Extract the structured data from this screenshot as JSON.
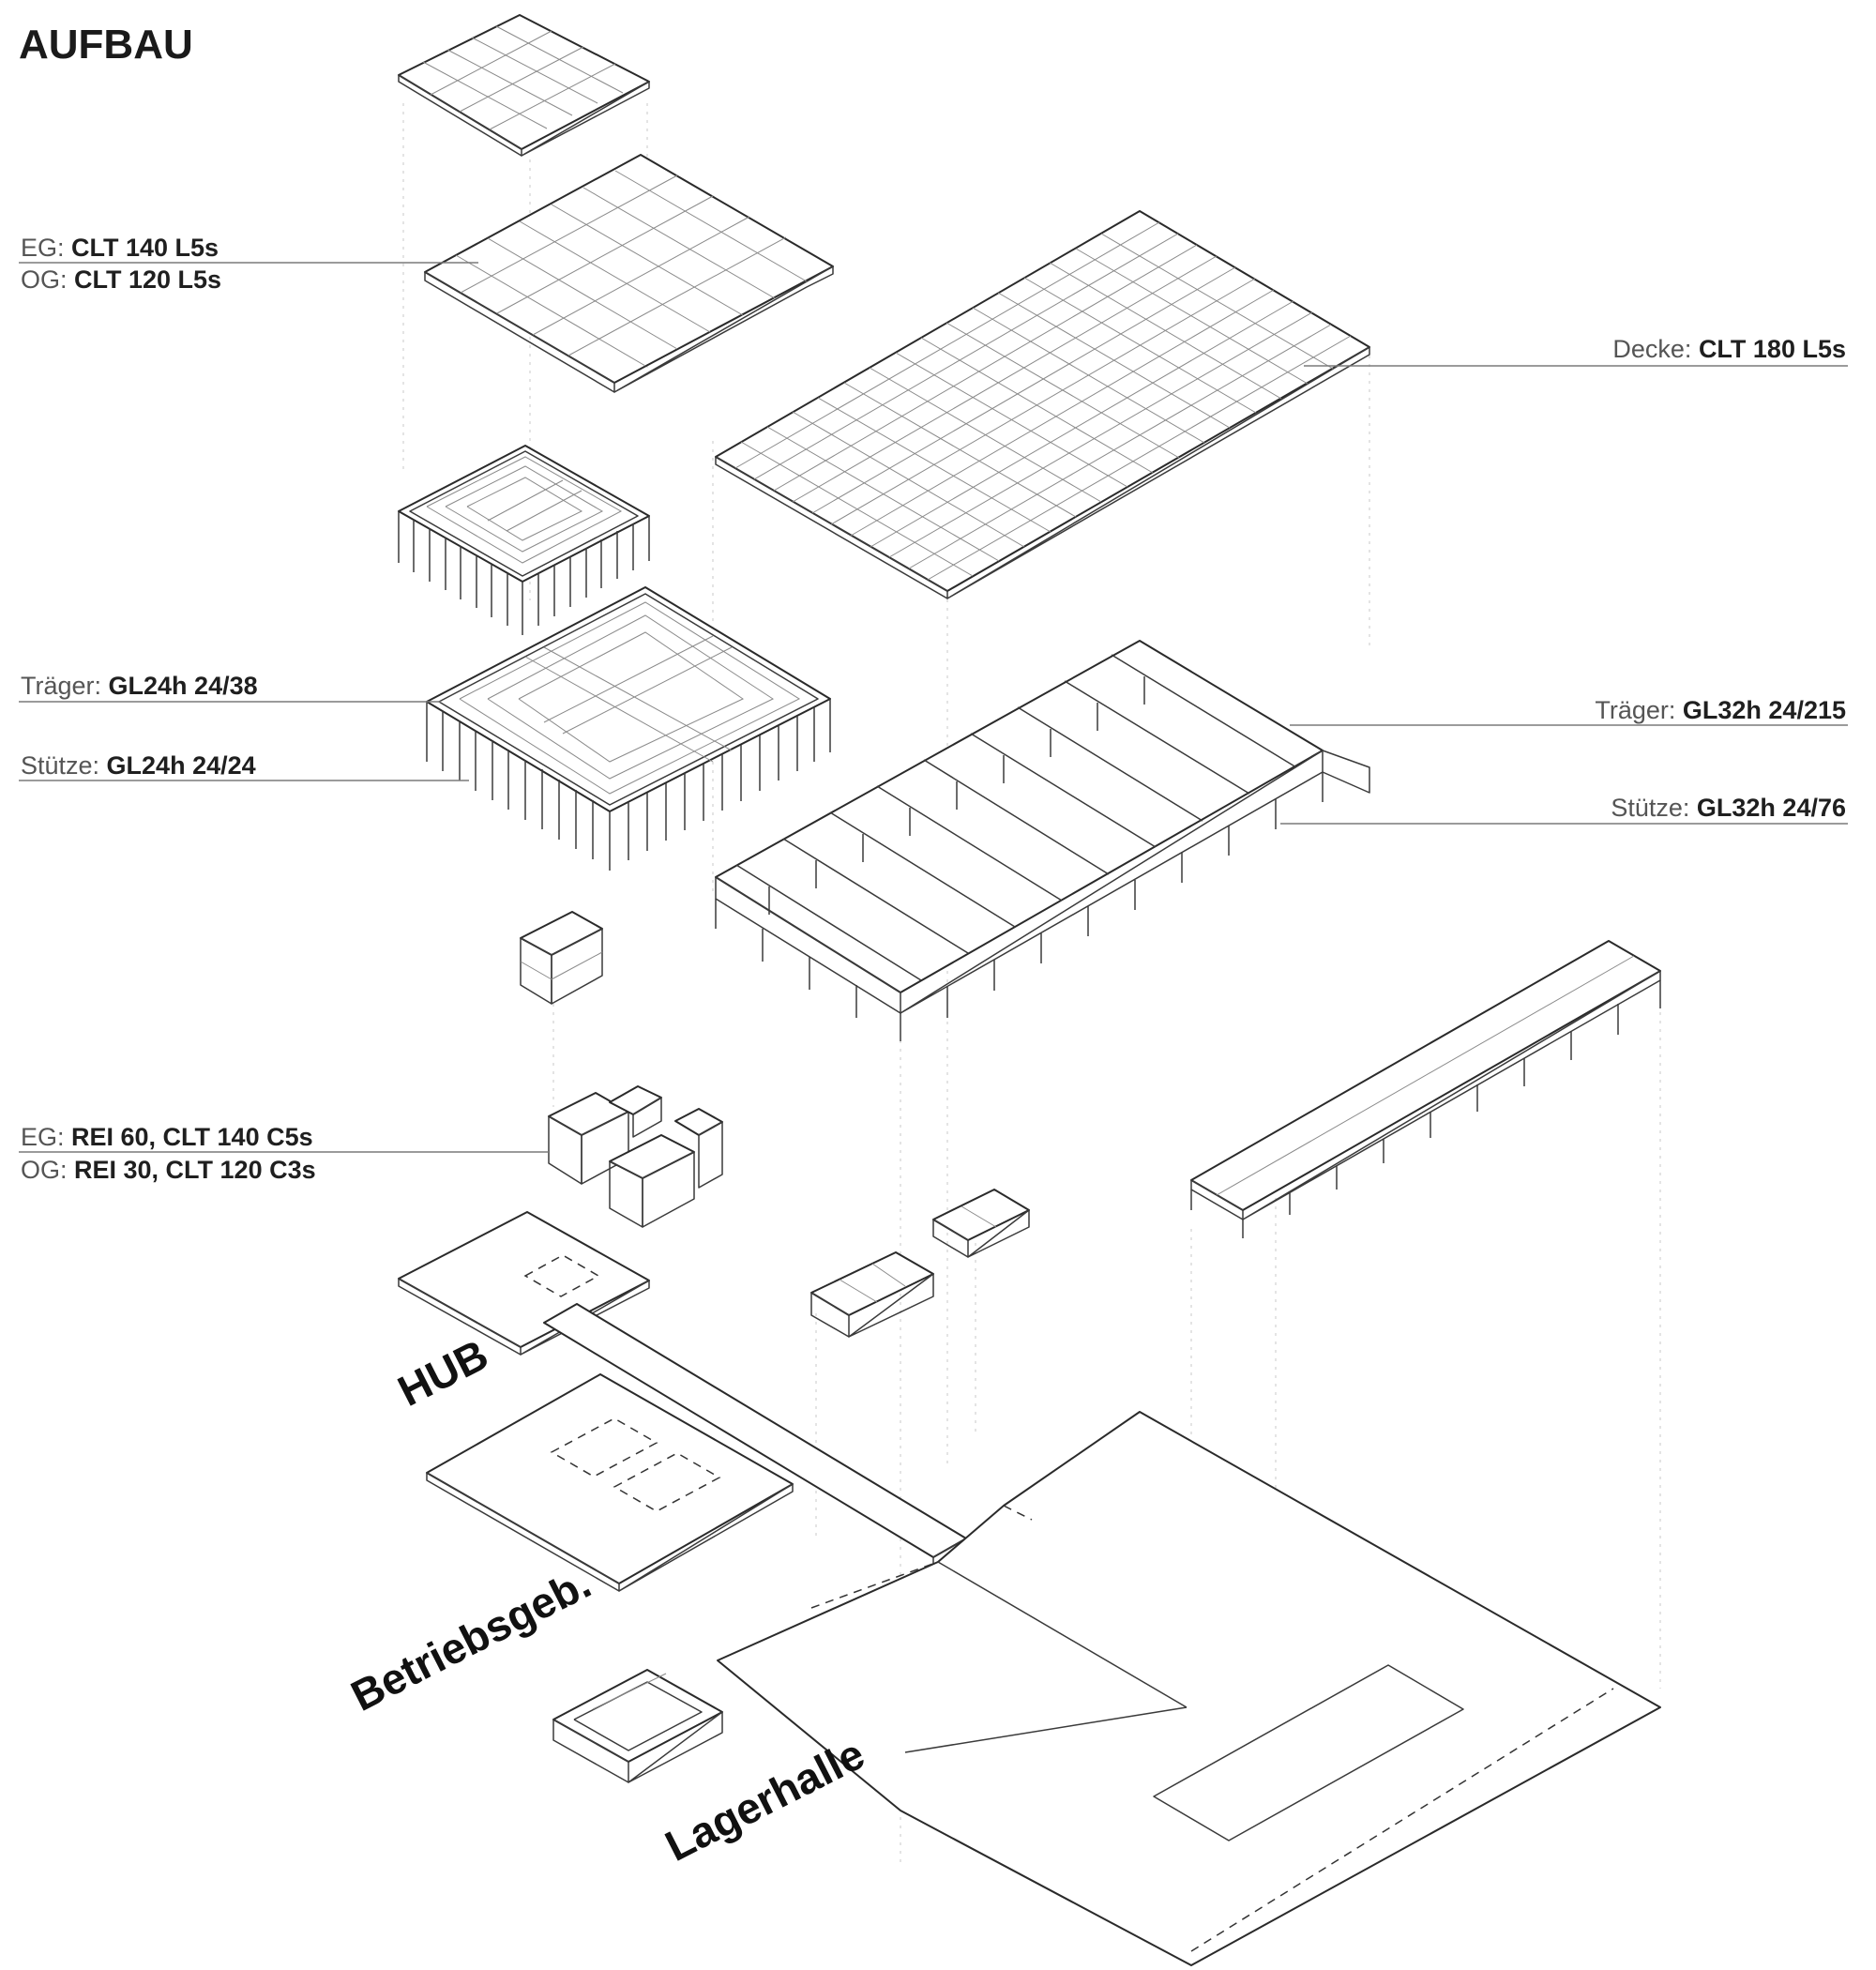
{
  "title": "AUFBAU",
  "annotations": {
    "hub_floor": [
      {
        "prefix": "EG: ",
        "value": "CLT 140 L5s"
      },
      {
        "prefix": "OG: ",
        "value": "CLT 120 L5s"
      }
    ],
    "hall_ceiling": {
      "prefix": "Decke: ",
      "value": "CLT 180 L5s"
    },
    "hub_beam": {
      "prefix": "Träger: ",
      "value": "GL24h 24/38"
    },
    "hub_column": {
      "prefix": "Stütze: ",
      "value": "GL24h 24/24"
    },
    "hall_beam": {
      "prefix": "Träger: ",
      "value": "GL32h 24/215"
    },
    "hall_column": {
      "prefix": "Stütze: ",
      "value": "GL32h 24/76"
    },
    "core_walls": [
      {
        "prefix": "EG: ",
        "value": "REI 60, CLT 140 C5s"
      },
      {
        "prefix": "OG: ",
        "value": "REI 30, CLT 120 C3s"
      }
    ]
  },
  "building_labels": {
    "hub": "HUB",
    "betriebsgeb": "Betriebsgeb.",
    "lagerhalle": "Lagerhalle"
  }
}
